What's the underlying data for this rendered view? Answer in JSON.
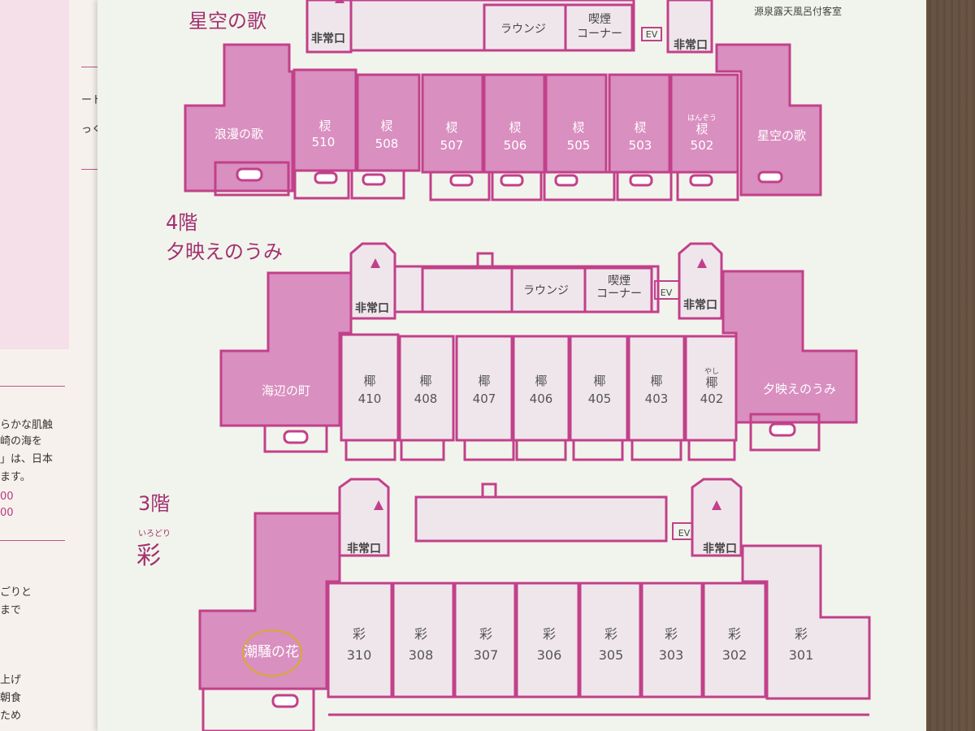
{
  "left_page": {
    "fragments": [
      "ートを、",
      "っくりと",
      "らかな肌触",
      "崎の海を",
      "」は、日本",
      "ます。",
      "00",
      "00",
      "ごりと",
      "まで",
      "上げ",
      "朝食",
      "ため"
    ]
  },
  "floor5": {
    "title": "星空の歌",
    "legend": "源泉露天風呂付客室",
    "lounge": "ラウンジ",
    "smoking": [
      "喫煙",
      "コーナー"
    ],
    "ev": "EV",
    "exit": "非常口",
    "suite_left": "浪漫の歌",
    "suite_right": "星空の歌",
    "room_kanji": "棂",
    "ruby": "はんぞう",
    "rooms": [
      "510",
      "508",
      "507",
      "506",
      "505",
      "503",
      "502"
    ]
  },
  "floor4": {
    "label": "4階",
    "title": "夕映えのうみ",
    "lounge": "ラウンジ",
    "smoking": [
      "喫煙",
      "コーナー"
    ],
    "ev": "EV",
    "exit": "非常口",
    "suite_left": "海辺の町",
    "suite_right": "夕映えのうみ",
    "room_kanji": "椰",
    "ruby": "やし",
    "rooms": [
      "410",
      "408",
      "407",
      "406",
      "405",
      "403",
      "402"
    ]
  },
  "floor3": {
    "label": "3階",
    "ruby": "いろどり",
    "title": "彩",
    "ev": "EV",
    "exit": "非常口",
    "suite_left": "潮騒の花",
    "room_kanji": "彩",
    "rooms": [
      "310",
      "308",
      "307",
      "306",
      "305",
      "303",
      "302",
      "301"
    ]
  },
  "colors": {
    "pink": "#c2408a",
    "fill": "#d98fc0",
    "light": "#efe6ec",
    "paper": "#f1f4ec"
  }
}
